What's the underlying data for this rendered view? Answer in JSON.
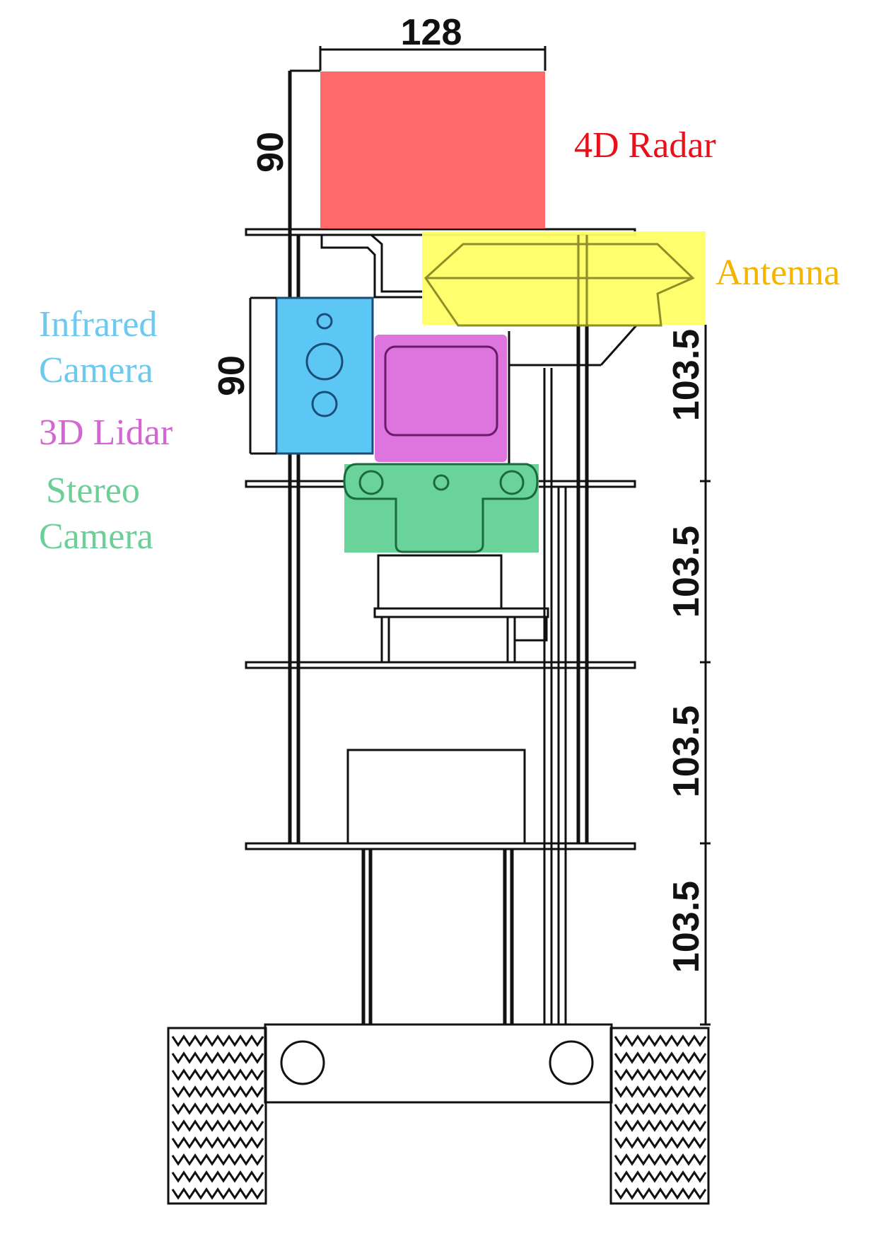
{
  "labels": {
    "radar": "4D Radar",
    "antenna": "Antenna",
    "infrared_line1": "Infrared",
    "infrared_line2": "Camera",
    "lidar": "3D Lidar",
    "stereo_line1": "Stereo",
    "stereo_line2": "Camera"
  },
  "dimensions": {
    "radar_width": "128",
    "radar_height": "90",
    "infrared_height": "90",
    "shelf_gap_1": "103.5",
    "shelf_gap_2": "103.5",
    "shelf_gap_3": "103.5",
    "shelf_gap_4": "103.5"
  },
  "colors": {
    "radar": "#ff6b6b",
    "radar_label": "#e8101a",
    "antenna": "#ffff66",
    "antenna_label": "#f5b400",
    "infrared": "#5cc6f5",
    "infrared_label": "#6cc9ef",
    "lidar": "#de74de",
    "lidar_label": "#d466d4",
    "stereo": "#6ad39a",
    "stereo_label": "#6ccf98"
  }
}
